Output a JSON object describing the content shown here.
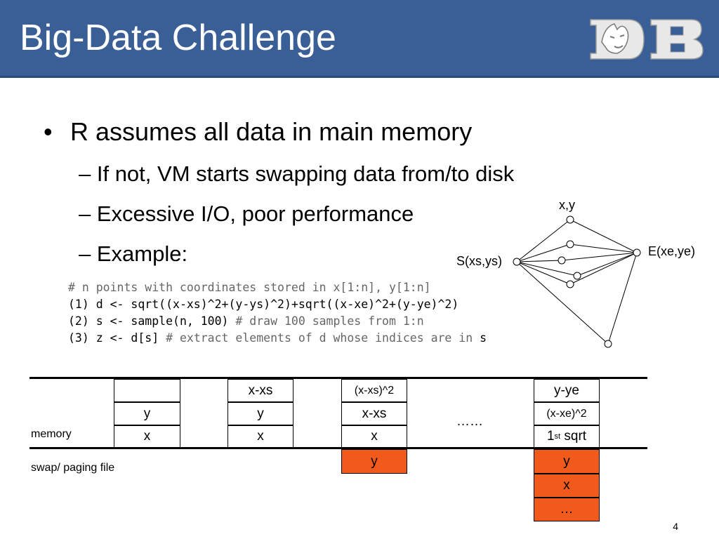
{
  "slide": {
    "title": "Big-Data Challenge",
    "page_number": "4",
    "bullets": {
      "main": "R assumes all data in main memory",
      "sub": [
        "– If not, VM starts swapping data from/to disk",
        "– Excessive I/O, poor performance",
        "– Example:"
      ]
    },
    "code": {
      "line0_comment": "# n points with coordinates stored in x[1:n], y[1:n]",
      "line1": "(1) d <- sqrt((x-xs)^2+(y-ys)^2)+sqrt((x-xe)^2+(y-ye)^2)",
      "line2_code": "(2) s <- sample(n, 100) ",
      "line2_comment": "# draw 100 samples from 1:n",
      "line3_code": "(3) z <- d[s] ",
      "line3_comment": "# extract elements of d whose indices are in ",
      "line3_tail": "s"
    },
    "graph": {
      "label_xy": "x,y",
      "label_s": "S(xs,ys)",
      "label_e": "E(xe,ye)"
    },
    "memory_diagram": {
      "memory_label": "memory",
      "swap_label": "swap/ paging file",
      "col1": [
        "",
        "y",
        "x"
      ],
      "col2": [
        "x-xs",
        "y",
        "x"
      ],
      "col3": [
        "(x-xs)^2",
        "x-xs",
        "x"
      ],
      "col3_swap": [
        "y"
      ],
      "ellipsis": "……",
      "col4": [
        "y-ye",
        "(x-xe)^2",
        "1",
        "st",
        " sqrt"
      ],
      "col4_swap": [
        "y",
        "x",
        "…"
      ]
    },
    "colors": {
      "header": "#3a5f97",
      "swap": "#f15a1a"
    }
  }
}
